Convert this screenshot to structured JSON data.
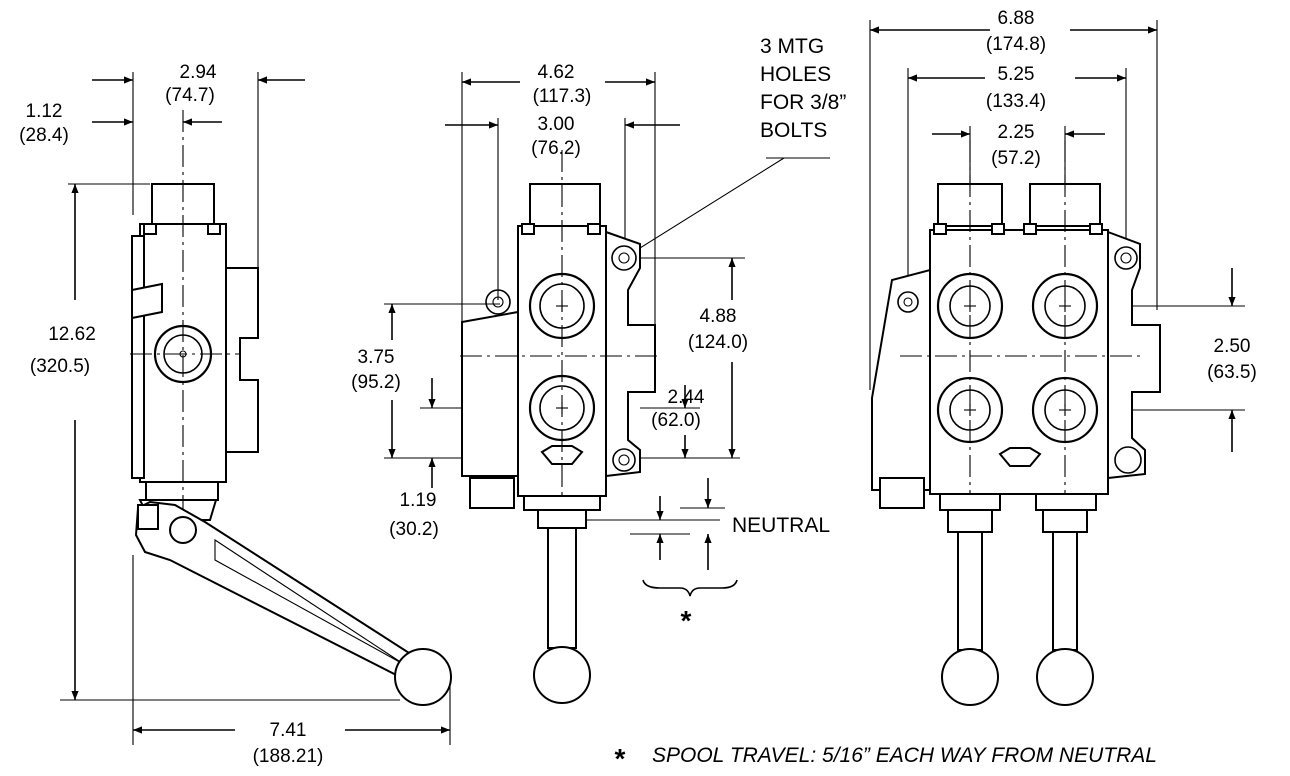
{
  "dimensions": {
    "side_view": {
      "d_1_12": "1.12",
      "d_1_12_mm": "(28.4)",
      "d_2_94": "2.94",
      "d_2_94_mm": "(74.7)",
      "d_12_62": "12.62",
      "d_12_62_mm": "(320.5)",
      "d_7_41": "7.41",
      "d_7_41_mm": "(188.21)"
    },
    "front_view_single": {
      "d_4_62": "4.62",
      "d_4_62_mm": "(117.3)",
      "d_3_00": "3.00",
      "d_3_00_mm": "(76.2)",
      "d_3_75": "3.75",
      "d_3_75_mm": "(95.2)",
      "d_4_88": "4.88",
      "d_4_88_mm": "(124.0)",
      "d_2_44": "2.44",
      "d_2_44_mm": "(62.0)",
      "d_1_19": "1.19",
      "d_1_19_mm": "(30.2)"
    },
    "front_view_double": {
      "d_6_88": "6.88",
      "d_6_88_mm": "(174.8)",
      "d_5_25": "5.25",
      "d_5_25_mm": "(133.4)",
      "d_2_25": "2.25",
      "d_2_25_mm": "(57.2)",
      "d_2_50": "2.50",
      "d_2_50_mm": "(63.5)"
    }
  },
  "notes": {
    "mtg_line1": "3 MTG",
    "mtg_line2": "HOLES",
    "mtg_line3": "FOR 3/8”",
    "mtg_line4": "BOLTS",
    "neutral": "NEUTRAL",
    "asterisk": "*",
    "footnote_star": "*",
    "footnote_text": "SPOOL TRAVEL: 5/16” EACH WAY FROM NEUTRAL"
  }
}
